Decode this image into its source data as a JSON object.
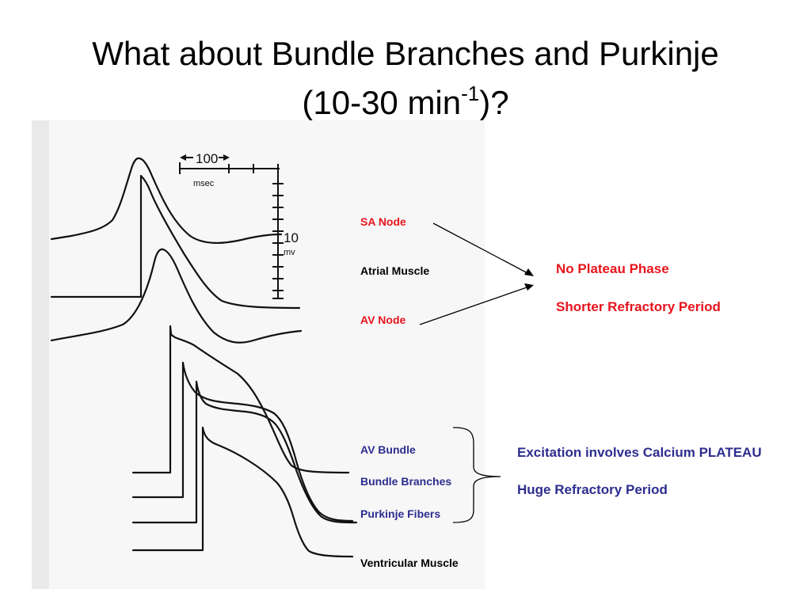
{
  "title": {
    "line1": "What about Bundle Branches and Purkinje",
    "line2_main": "(10-30 min",
    "line2_sup": "-1",
    "line2_end": ")?"
  },
  "scale": {
    "time_value": "100",
    "time_unit": "msec",
    "voltage_value": "10",
    "voltage_unit": "mv"
  },
  "labels": {
    "sa_node": "SA Node",
    "atrial_muscle": "Atrial Muscle",
    "av_node": "AV Node",
    "av_bundle": "AV Bundle",
    "bundle_branches": "Bundle Branches",
    "purkinje_fibers": "Purkinje Fibers",
    "ventricular_muscle": "Ventricular Muscle"
  },
  "notes": {
    "no_plateau": "No Plateau Phase",
    "shorter_refractory": "Shorter Refractory Period",
    "excitation_calcium": "Excitation involves Calcium PLATEAU",
    "huge_refractory": "Huge Refractory Period"
  },
  "colors": {
    "red": "#e8141c",
    "blue": "#2d2d8f",
    "black": "#000000"
  }
}
